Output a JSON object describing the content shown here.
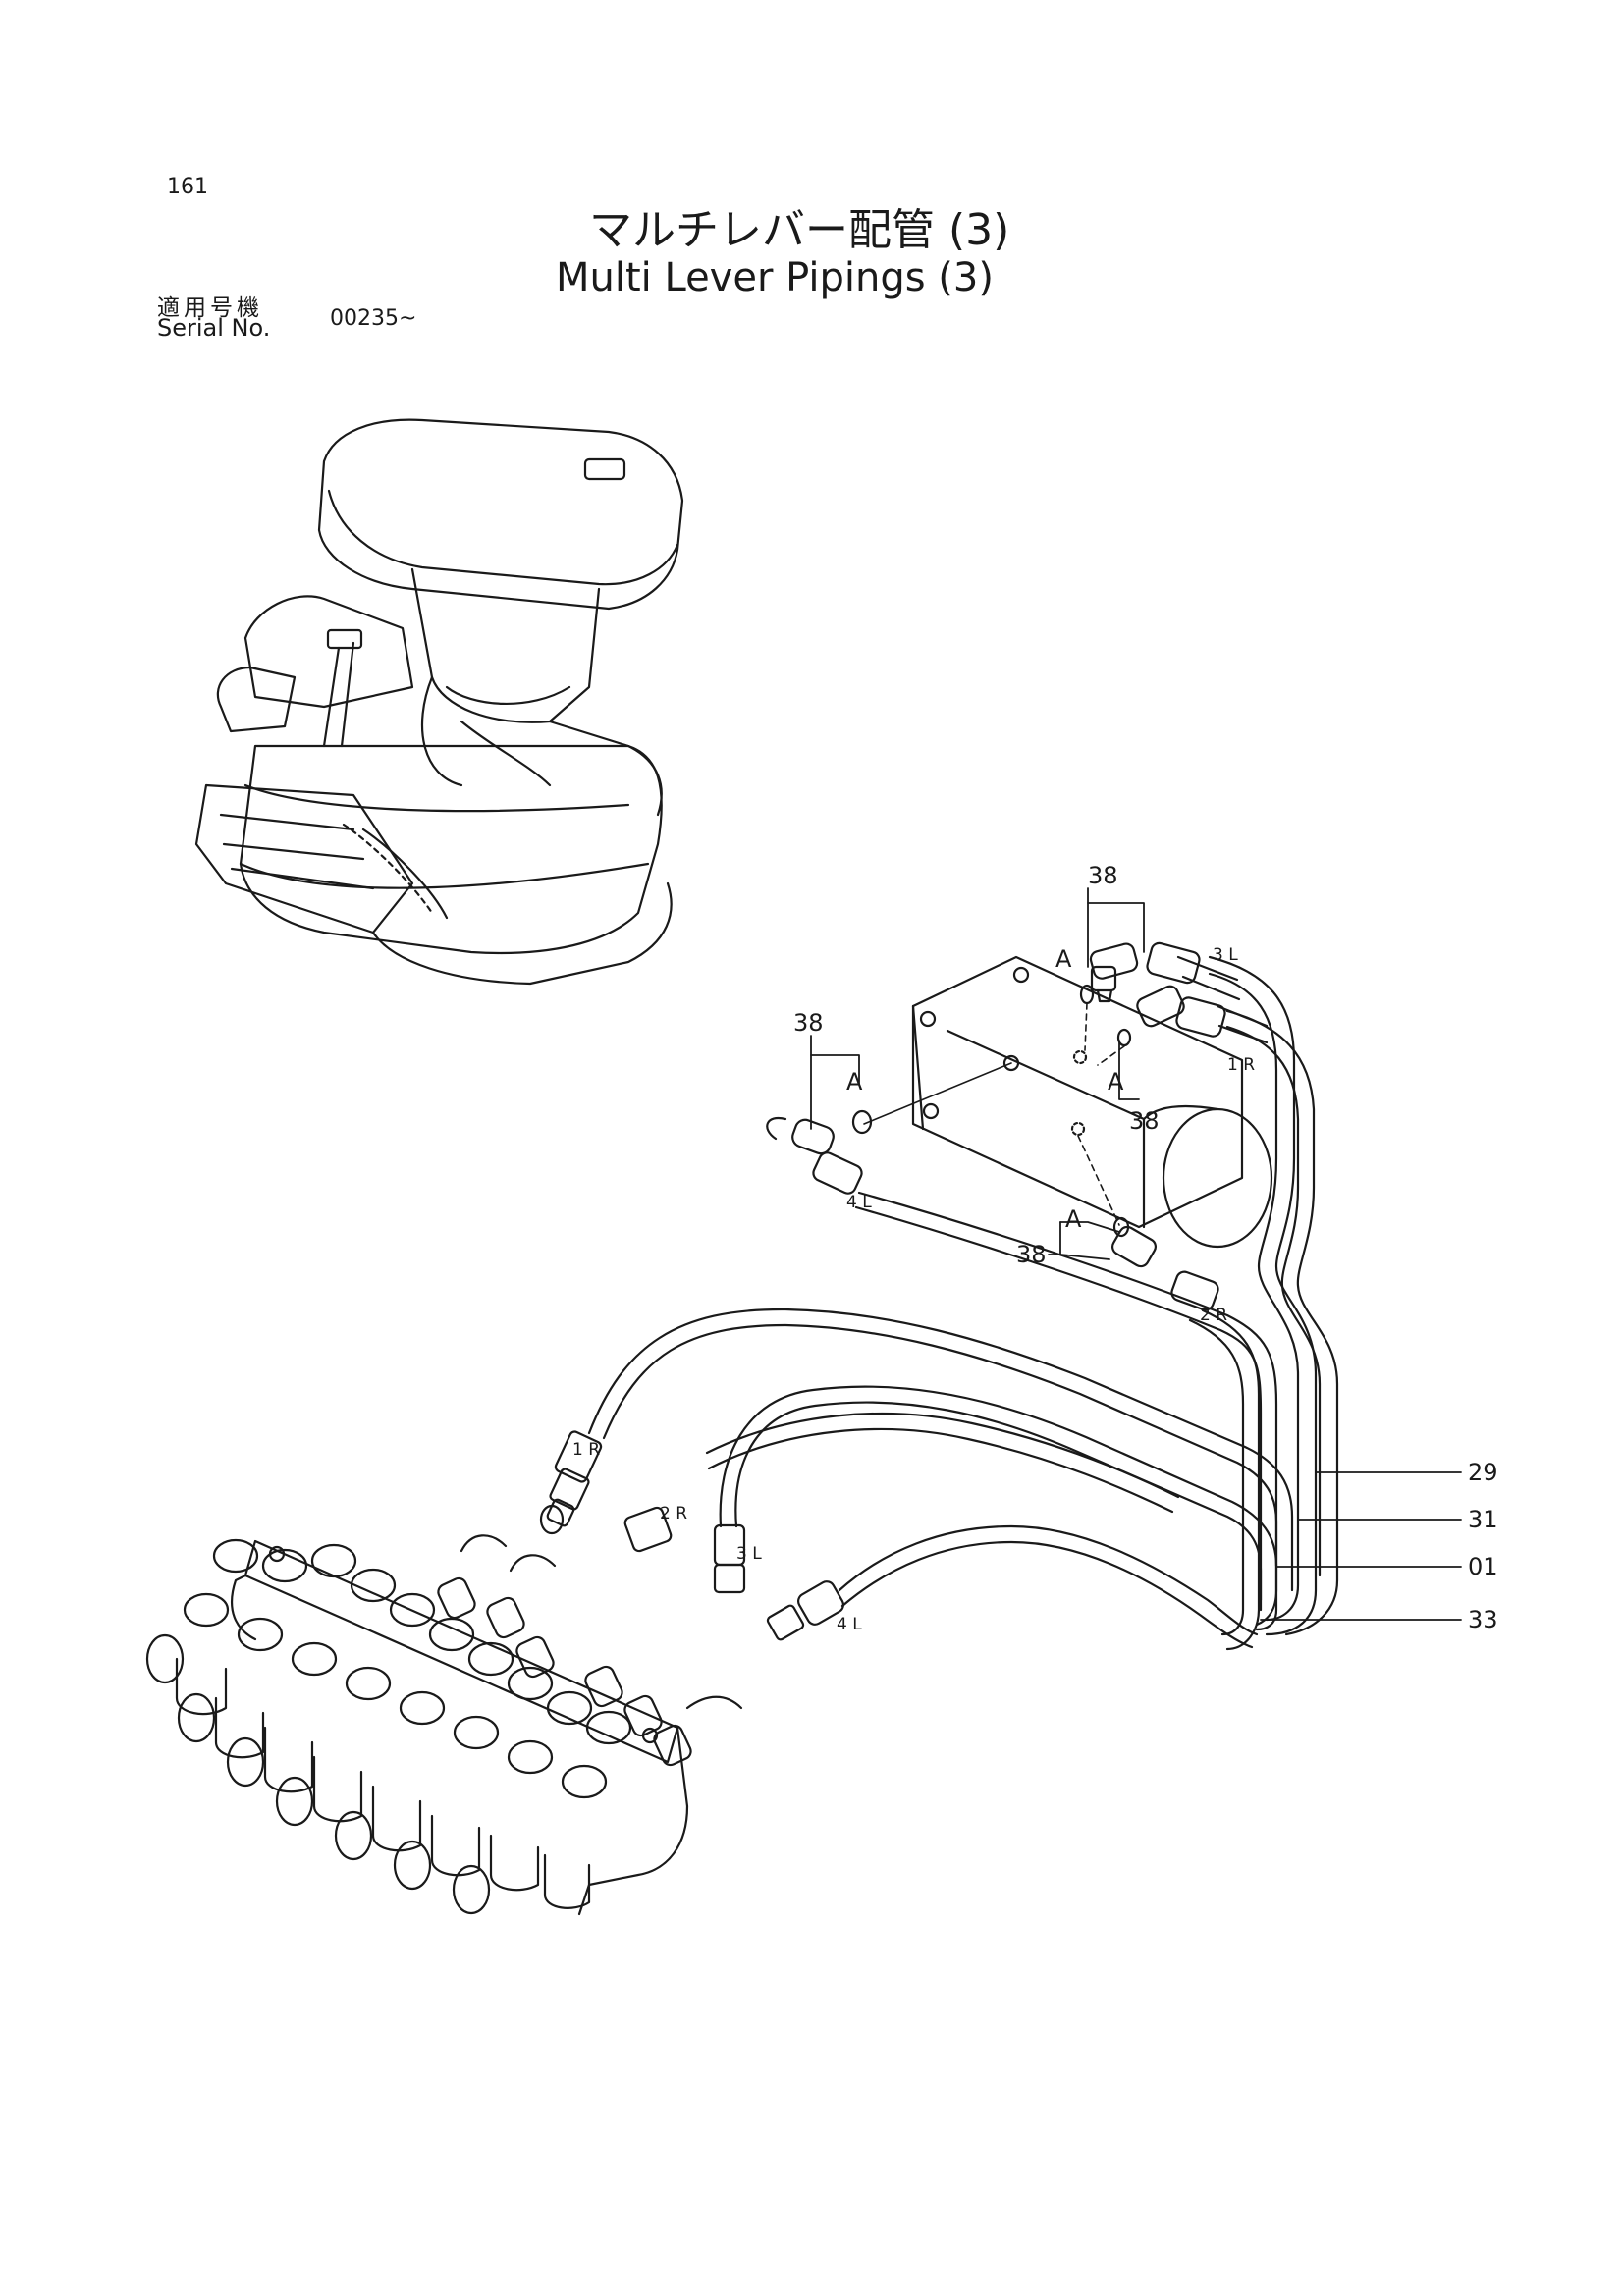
{
  "header": {
    "page_number": "161",
    "title_ja": "マルチレバー配管 (3)",
    "title_en": "Multi Lever Pipings (3)",
    "serial_label_ja": "適用号機",
    "serial_label_en": "Serial No.",
    "serial_value": "00235~"
  },
  "callouts": {
    "fitting_top": "38",
    "fitting_left": "38",
    "fitting_mid": "38",
    "fitting_low": "38",
    "ref_a1": "A",
    "ref_a2": "A",
    "ref_a3": "A",
    "ref_a4": "A",
    "hose_3l": "3 L",
    "hose_1r": "1 R",
    "hose_4l": "4 L",
    "hose_2r": "2 R",
    "valve_1r": "1 R",
    "valve_2r": "2 R",
    "valve_3l": "3 L",
    "valve_4l": "4 L",
    "part_29": "29",
    "part_31": "31",
    "part_01": "01",
    "part_33": "33"
  }
}
